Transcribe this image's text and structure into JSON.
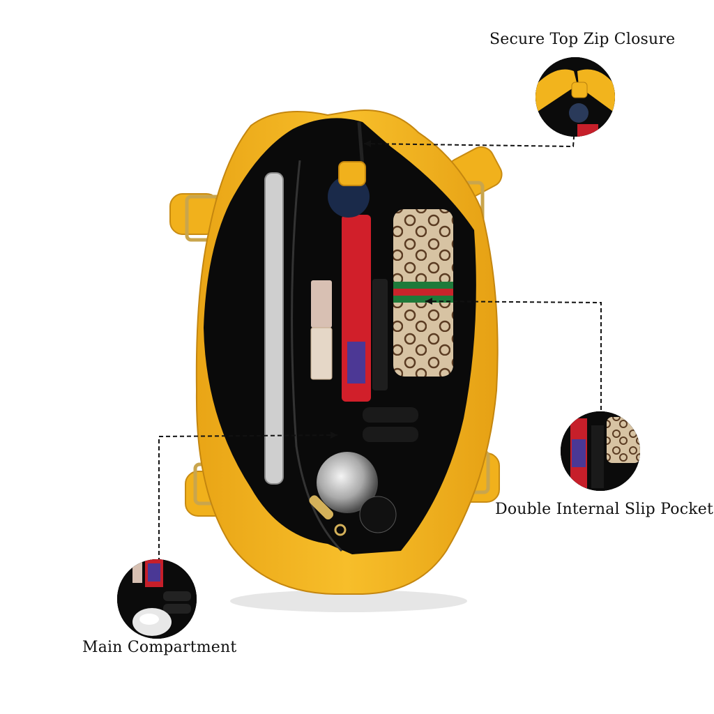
{
  "callouts": {
    "zip_closure": {
      "label": "Secure Top Zip Closure"
    },
    "slip_pocket": {
      "label": "Double Internal Slip Pocket"
    },
    "main_compartment": {
      "label": "Main Compartment"
    }
  },
  "product": {
    "bag_color": "#f4b41a",
    "bag_shadow_color": "#d8951a",
    "lining_color": "#0a0a0a",
    "hardware_color": "#d4b15a"
  },
  "icons": [
    "zip-closure-detail",
    "slip-pocket-detail",
    "main-compartment-detail"
  ]
}
